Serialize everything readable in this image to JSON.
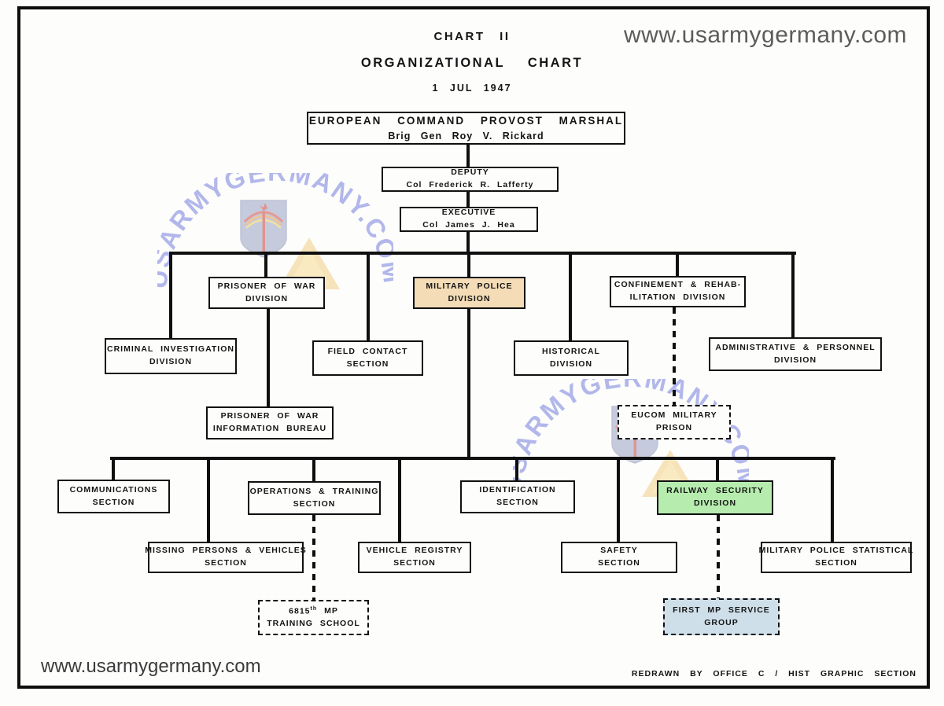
{
  "title": {
    "chart_label": "CHART II",
    "main": "ORGANIZATIONAL CHART",
    "date": "1 JUL 1947"
  },
  "watermarks": {
    "top_right": "www.usarmygermany.com",
    "bottom_left": "www.usarmygermany.com",
    "diagonal": "USARMYGERMANY.COM"
  },
  "footer": {
    "credit": "REDRAWN BY OFFICE C / HIST GRAPHIC SECTION"
  },
  "colors": {
    "line": "#0f0f0f",
    "mp_division_fill": "#f3dcb6",
    "railway_division_fill": "#b6ecae",
    "first_mp_group_fill": "#cfdfe9",
    "watermark_arc_text": "#a0a6e8",
    "watermark_gray": "#5c5c5c"
  },
  "nodes": {
    "provost": {
      "line1": "EUROPEAN COMMAND PROVOST MARSHAL",
      "line2": "Brig Gen Roy V. Rickard"
    },
    "deputy": {
      "line1": "DEPUTY",
      "line2": "Col Frederick R. Lafferty"
    },
    "executive": {
      "line1": "EXECUTIVE",
      "line2": "Col James J. Hea"
    },
    "pow_division": {
      "line1": "PRISONER OF WAR",
      "line2": "DIVISION"
    },
    "mp_division": {
      "line1": "MILITARY POLICE",
      "line2": "DIVISION"
    },
    "confinement": {
      "line1": "CONFINEMENT & REHAB-",
      "line2": "ILITATION DIVISION"
    },
    "criminal": {
      "line1": "CRIMINAL INVESTIGATION",
      "line2": "DIVISION"
    },
    "field_contact": {
      "line1": "FIELD CONTACT",
      "line2": "SECTION"
    },
    "historical": {
      "line1": "HISTORICAL",
      "line2": "DIVISION"
    },
    "admin_personnel": {
      "line1": "ADMINISTRATIVE & PERSONNEL",
      "line2": "DIVISION"
    },
    "pow_info": {
      "line1": "PRISONER OF WAR",
      "line2": "INFORMATION BUREAU"
    },
    "eucom_prison": {
      "line1": "EUCOM MILITARY",
      "line2": "PRISON"
    },
    "communications": {
      "line1": "COMMUNICATIONS",
      "line2": "SECTION"
    },
    "operations": {
      "line1": "OPERATIONS & TRAINING",
      "line2": "SECTION"
    },
    "identification": {
      "line1": "IDENTIFICATION",
      "line2": "SECTION"
    },
    "railway": {
      "line1": "RAILWAY SECURITY",
      "line2": "DIVISION"
    },
    "missing_persons": {
      "line1": "MISSING PERSONS & VEHICLES",
      "line2": "SECTION"
    },
    "vehicle_registry": {
      "line1": "VEHICLE REGISTRY",
      "line2": "SECTION"
    },
    "safety": {
      "line1": "SAFETY",
      "line2": "SECTION"
    },
    "mp_statistical": {
      "line1": "MILITARY POLICE STATISTICAL",
      "line2": "SECTION"
    },
    "mp_training_school": {
      "num": "6815",
      "ordinal": "th",
      "unit": "MP",
      "line2": "TRAINING SCHOOL"
    },
    "first_mp_group": {
      "line1": "FIRST MP SERVICE",
      "line2": "GROUP"
    }
  }
}
